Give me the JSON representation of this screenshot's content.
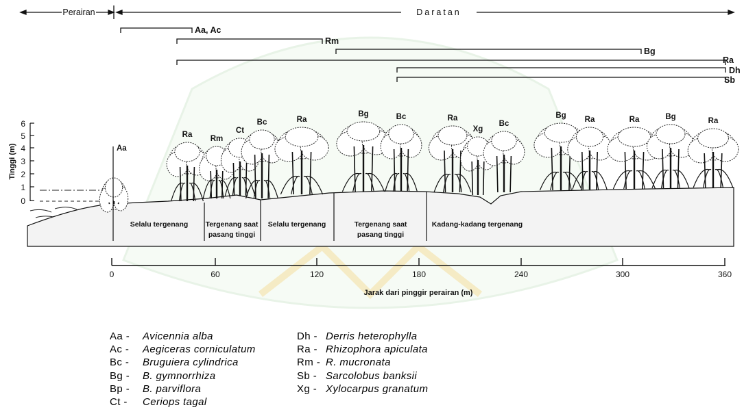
{
  "regions": {
    "water": "Perairan",
    "land": "Daratan"
  },
  "ranges": [
    {
      "label": "Aa, Ac"
    },
    {
      "label": "Rm"
    },
    {
      "label": "Bg"
    },
    {
      "label": "Ra"
    },
    {
      "label": "Dh"
    },
    {
      "label": "Sb"
    }
  ],
  "y_axis": {
    "label": "Tinggi (m)",
    "ticks": [
      "6",
      "5",
      "4",
      "3",
      "2",
      "1",
      "0"
    ]
  },
  "x_axis": {
    "label": "Jarak dari pinggir perairan (m)",
    "ticks": [
      "0",
      "60",
      "120",
      "180",
      "240",
      "300",
      "360"
    ]
  },
  "tree_labels": [
    "Aa",
    "Ra",
    "Rm",
    "Ct",
    "Bc",
    "Ra",
    "Bg",
    "Bc",
    "Ra",
    "Xg",
    "Bc",
    "Bg",
    "Ra",
    "Ra",
    "Bg",
    "Ra"
  ],
  "zones": [
    {
      "lines": [
        "Selalu tergenang"
      ]
    },
    {
      "lines": [
        "Tergenang saat",
        "pasang tinggi"
      ]
    },
    {
      "lines": [
        "Selalu tergenang"
      ]
    },
    {
      "lines": [
        "Tergenang saat",
        "pasang tinggi"
      ]
    },
    {
      "lines": [
        "Kadang-kadang tergenang"
      ]
    }
  ],
  "legend": {
    "left": [
      {
        "code": "Aa -",
        "name": "Avicennia  alba"
      },
      {
        "code": "Ac -",
        "name": "Aegiceras  corniculatum"
      },
      {
        "code": "Bc -",
        "name": "Bruguiera  cylindrica"
      },
      {
        "code": "Bg -",
        "name": "B.  gymnorrhiza"
      },
      {
        "code": "Bp -",
        "name": "B.  parviflora"
      },
      {
        "code": "Ct -",
        "name": "Ceriops  tagal"
      }
    ],
    "right": [
      {
        "code": "Dh -",
        "name": "Derris  heterophylla"
      },
      {
        "code": "Ra -",
        "name": "Rhizophora  apiculata"
      },
      {
        "code": "Rm -",
        "name": "R.  mucronata"
      },
      {
        "code": "Sb -",
        "name": "Sarcolobus  banksii"
      },
      {
        "code": "Xg -",
        "name": "Xylocarpus  granatum"
      }
    ]
  },
  "colors": {
    "ink": "#111111",
    "watermark": "#d7ead6",
    "watermark_gold": "#f2e3a8"
  }
}
